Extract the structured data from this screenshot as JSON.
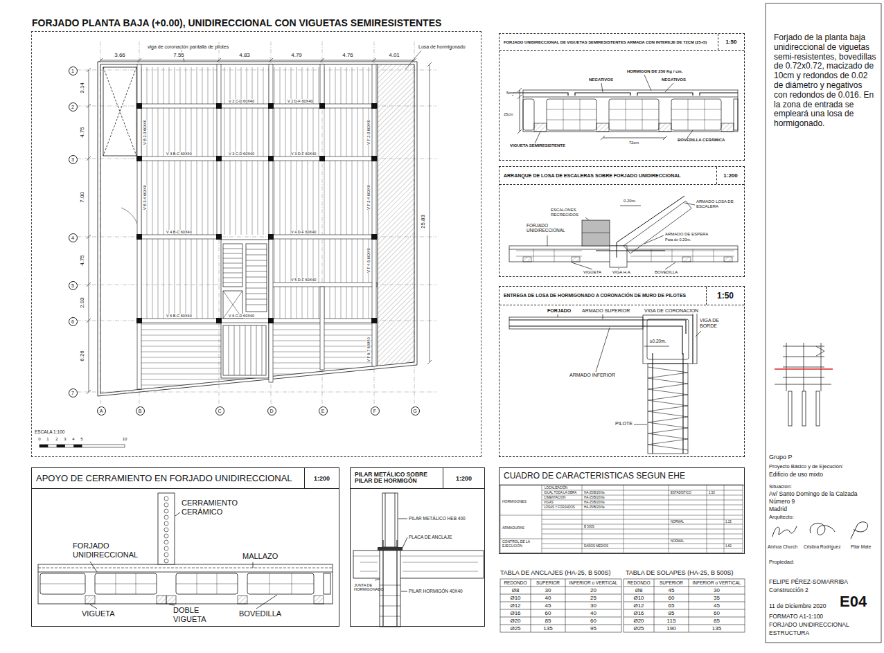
{
  "diagram": {
    "nodes": [
      {
        "text": [
          "FORJADO PLANTA BAJA (+0.00), UNIDIRECCIONAL CON VIGUETAS SEMIRESISTENTES"
        ]
      },
      {
        "text": [
          "1"
        ],
        "in": 0
      },
      {
        "text": [
          "2"
        ],
        "in": 0
      },
      {
        "text": [
          "3"
        ],
        "in": 0
      },
      {
        "text": [
          "4"
        ],
        "in": 0
      },
      {
        "text": [
          "5"
        ],
        "in": 0
      },
      {
        "text": [
          "6"
        ],
        "in": 0
      },
      {
        "text": [
          "7"
        ],
        "in": 0
      },
      {
        "text": [
          "A"
        ],
        "in": 0
      },
      {
        "text": [
          "B"
        ],
        "in": 0
      },
      {
        "text": [
          "C"
        ],
        "in": 0
      },
      {
        "text": [
          "D"
        ],
        "in": 0
      },
      {
        "text": [
          "E"
        ],
        "in": 0
      },
      {
        "text": [
          "F"
        ],
        "in": 0
      },
      {
        "text": [
          "G"
        ],
        "in": 0
      },
      {
        "text": [
          "FORJADO UNIDIRECCIONAL DE VIGUETAS SEMIRESISTENTES ARMADA CON INTEREJE DE 72CM (25+5)",
          "1:50"
        ]
      },
      {
        "text": [
          "ARRANQUE DE LOSA DE ESCALERAS SOBRE FORJADO UNIDIRECCIONAL",
          "1:200"
        ]
      },
      {
        "text": [
          "ENTREGA DE LOSA DE HORMIGONADO A CORONACIÓN DE MURO DE PILOTES",
          "1:50"
        ]
      },
      {
        "text": [
          "APOYO DE CERRAMIENTO EN FORJADO UNIDIRECCIONAL",
          "1:200"
        ]
      },
      {
        "text": [
          "PILAR METÁLICO SOBRE PILAR DE HORMIGÓN",
          "1:200"
        ]
      },
      {
        "text": [
          "CUADRO DE CARACTERISTICAS SEGUN EHE"
        ]
      }
    ],
    "labels": [
      "viga de coronación pantalla de pilotes",
      "Losa de hormigonado",
      "3.66",
      "7.55",
      "4.83",
      "4.79",
      "4.76",
      "4.01",
      "3.14",
      "4.75",
      "7.00",
      "4.75",
      "2.93",
      "6.26",
      "25.83",
      "V 2 C-D 60X40",
      "V 2 D-F 60X40",
      "V 3 B-C 60X40",
      "V 3 C-D 60X40",
      "V 3 D-F 60X40",
      "V 4 B-C 60X40",
      "V 4 D-F 60X40",
      "V 5 D-F 60X40",
      "V 6 B-C 60X40",
      "V 6 C-D 60X40",
      "V B 2-3 60X40",
      "V B 3-4 60X40",
      "V F 2-3 60X40",
      "V F 3-4 60X40",
      "V F 4-5 60X40",
      "V F 6-7 60X40",
      "ESCALA 1:100",
      "0",
      "1",
      "2",
      "3",
      "4",
      "5",
      "10",
      "HORMIGON DE 250 Kg / cm.",
      "NEGATIVOS",
      "NEGATIVOS",
      "5cm",
      "25cm",
      "VIGUETA SEMIRESISTENTE",
      "72cm",
      "BOVEDILLA CERÁMICA",
      "0.20m.",
      "ARMADO LOSA DE ESCALERA",
      "ESCALONES RECRECIDOS",
      "ARMADO DE ESPERA",
      "Pata de 0.20m.",
      "FORJADO UNIDIRECCIONAL",
      "VIGUETA",
      "VIGA H.A.",
      "BOVEDILLA",
      "FORJADO",
      "ARMADO SUPERIOR",
      "VIGA DE CORONACION",
      "VIGA DE BORDE",
      "≥0.20m.",
      "ARMADO INFERIOR",
      "PILOTE",
      "CERRAMIENTO CERÁMICO",
      "FORJADO UNIDIRECCIONAL",
      "MALLAZO",
      "VIGUETA",
      "DOBLE VIGUETA",
      "BOVEDILLA",
      "PILAR METÁLICO HEB 400",
      "PLACA DE ANCLAJE",
      "PILAR HORMIGÓN 40X40",
      "JUNTA DE HORMIGONADO",
      "HORMIGONES",
      "ARMADURAS",
      "CONTROL DE LA EJECUCIÓN",
      "IGUAL TODA LA OBRA",
      "CIMENTACION",
      "VIGAS",
      "LOSAS Y FORJADOS",
      "HA-25/B/20/IIa",
      "HA-25/B/20/IIa",
      "HA-25/B/20/IIa",
      "HA-25/B/20/IIa",
      "ESTADISTICO",
      "1.50",
      "B 500S",
      "NORMAL",
      "1.15",
      "NORMAL",
      "DAÑOS MEDIOS",
      "1.60",
      "LOCALIZACIÓN",
      "TABLA DE ANCLAJES (HA-25, B 500S)",
      "TABLA DE SOLAPES (HA-25, B 500S)",
      "REDONDO",
      "SUPERIOR",
      "INFERIOR o VERTICAL",
      "Ø8",
      "30",
      "20",
      "Ø10",
      "40",
      "25",
      "Ø12",
      "45",
      "30",
      "Ø16",
      "60",
      "40",
      "Ø20",
      "85",
      "60",
      "Ø25",
      "135",
      "95",
      "REDONDO",
      "SUPERIOR",
      "INFERIOR o VERTICAL",
      "Ø8",
      "45",
      "30",
      "Ø10",
      "60",
      "35",
      "Ø12",
      "65",
      "45",
      "Ø16",
      "85",
      "60",
      "Ø20",
      "115",
      "85",
      "Ø25",
      "190",
      "135",
      "Forjado de la planta baja unidireccional de viguetas semi-resistentes, bovedillas de 0.72x0.72, macizado de 10cm y redondos de 0.02 de diámetro y negativos con redondos de 0.016. En la zona de entrada se empleará una losa de hormigonado.",
      "Grupo P",
      "Proyecto Básico y de Ejecución:",
      "Edificio de uso mixto",
      "Situación:",
      "Av/ Santo Domingo de la Calzada",
      "Número 9",
      "Madrid",
      "Arquitecto:",
      "Ainhoa Church",
      "Cristina Rodriguez",
      "Pilar Mate",
      "Propiedad:",
      "FELIPE PÉREZ-SOMARRIBA",
      "Construcción 2",
      "11 de Diciembre 2020",
      "E04",
      "FORMATO A1-1:100",
      "FORJADO UNIDIRECCIONAL",
      "ESTRUCTURA"
    ]
  }
}
